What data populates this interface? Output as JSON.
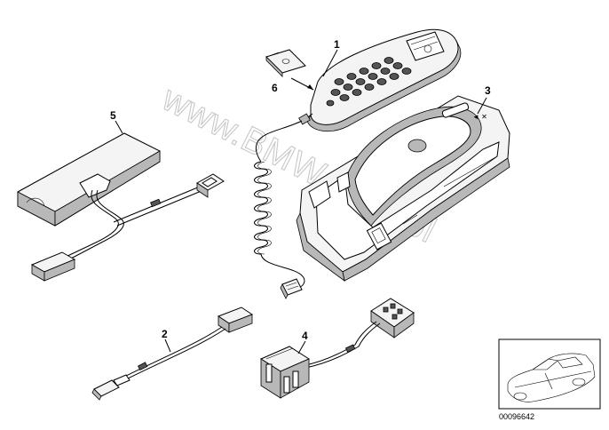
{
  "diagram": {
    "watermark": "www.BMWstore.pl",
    "reference_number": "00096642",
    "parts": [
      {
        "label": "1"
      },
      {
        "label": "2"
      },
      {
        "label": "3"
      },
      {
        "label": "4"
      },
      {
        "label": "5"
      },
      {
        "label": "6"
      }
    ],
    "icons": {
      "handset": "phone-handset-icon",
      "cradle": "handset-cradle-icon",
      "car": "car-thumbnail-icon"
    }
  }
}
